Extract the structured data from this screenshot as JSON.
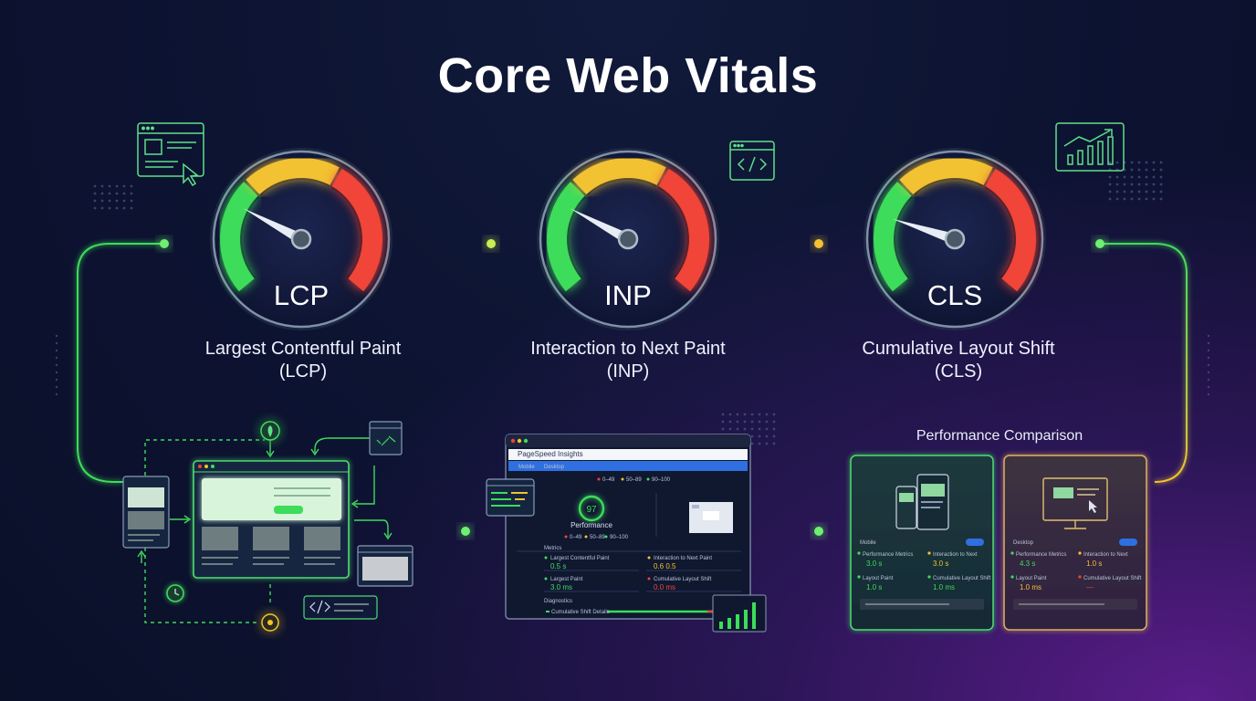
{
  "title": "Core Web Vitals",
  "gauges": [
    {
      "abbr": "LCP",
      "label_line1": "Largest Contentful Paint",
      "label_line2": "(LCP)"
    },
    {
      "abbr": "INP",
      "label_line1": "Interaction to Next Paint",
      "label_line2": "(INP)"
    },
    {
      "abbr": "CLS",
      "label_line1": "Cumulative Layout Shift",
      "label_line2": "(CLS)"
    }
  ],
  "pagespeed": {
    "window_title": "PageSpeed Insights",
    "tab_mobile": "Mobile",
    "tab_desktop": "Desktop",
    "score": "97",
    "score_label": "Performance",
    "legend": [
      "0–49",
      "50–89",
      "90–100"
    ],
    "metrics_header": "Metrics",
    "metric_names": [
      "Largest Contentful Paint",
      "Interaction to Next Paint",
      "Largest Paint",
      "Cumulative Layout Shift"
    ],
    "metric_values": [
      "0.5 s",
      "0.6 0.5",
      "3.0 ms",
      "0.0 ms"
    ],
    "diagnostics_header": "Diagnostics",
    "diagnostics_item": "Cumulative Shift Details"
  },
  "comparison": {
    "title": "Performance Comparison",
    "mobile": {
      "header": "Mobile",
      "metrics": [
        {
          "name": "Performance Metrics",
          "value": "3.0 s"
        },
        {
          "name": "Interaction to Next",
          "value": "3.0 s"
        },
        {
          "name": "Layout Paint",
          "value": "1.0 s"
        },
        {
          "name": "Cumulative Layout Shift",
          "value": "1.0 ms"
        }
      ]
    },
    "desktop": {
      "header": "Desktop",
      "metrics": [
        {
          "name": "Performance Metrics",
          "value": "4.3 s"
        },
        {
          "name": "Interaction to Next",
          "value": "1.0 s"
        },
        {
          "name": "Layout Paint",
          "value": "1.0 ms"
        },
        {
          "name": "Cumulative Layout Shift",
          "value": "—"
        }
      ]
    }
  },
  "icons": [
    "browser-cursor-icon",
    "code-window-icon",
    "bar-chart-trend-icon",
    "clock-icon",
    "lightbulb-icon",
    "code-bubble-icon"
  ],
  "colors": {
    "good": "#3ddc5a",
    "needs_improvement": "#f2c230",
    "poor": "#f04438",
    "accent_blue": "#2f6fe0"
  }
}
